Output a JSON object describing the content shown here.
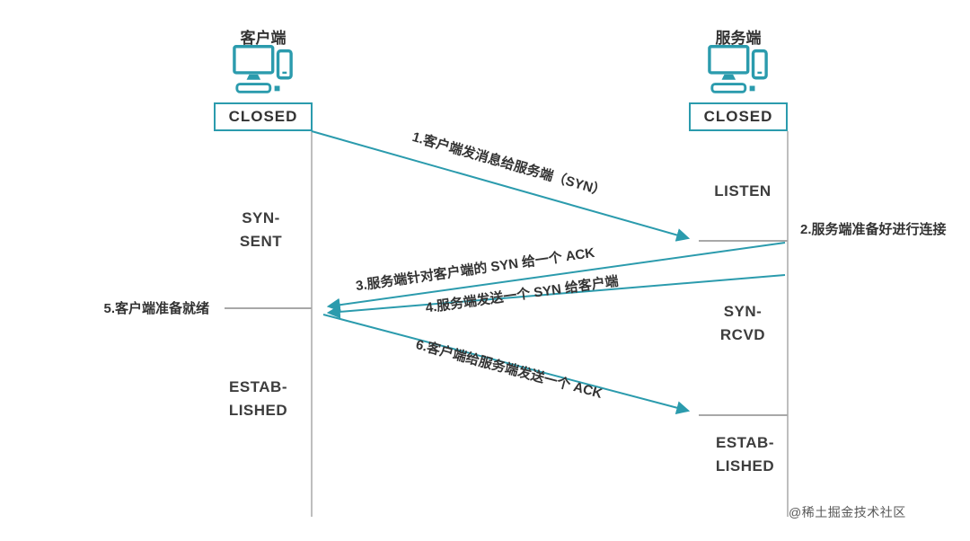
{
  "client": {
    "title": "客户端",
    "states": {
      "closed": "CLOSED",
      "syn_sent_top": "SYN-",
      "syn_sent_bottom": "SENT",
      "estab_top": "ESTAB-",
      "estab_bottom": "LISHED"
    }
  },
  "server": {
    "title": "服务端",
    "states": {
      "closed": "CLOSED",
      "listen": "LISTEN",
      "syn_rcvd_top": "SYN-",
      "syn_rcvd_bottom": "RCVD",
      "estab_top": "ESTAB-",
      "estab_bottom": "LISHED"
    }
  },
  "messages": {
    "m1": "1.客户端发消息给服务端（SYN）",
    "m2": "2.服务端准备好进行连接",
    "m3": "3.服务端针对客户端的 SYN 给一个 ACK",
    "m4": "4.服务端发送一个 SYN 给客户端",
    "m5": "5.客户端准备就绪",
    "m6": "6.客户端给服务端发送一个 ACK"
  },
  "watermark": "@稀土掘金技术社区",
  "colors": {
    "accent": "#2B9BAD",
    "lifeline": "#A8A8A8",
    "text": "#333333",
    "watermark": "#595959"
  }
}
